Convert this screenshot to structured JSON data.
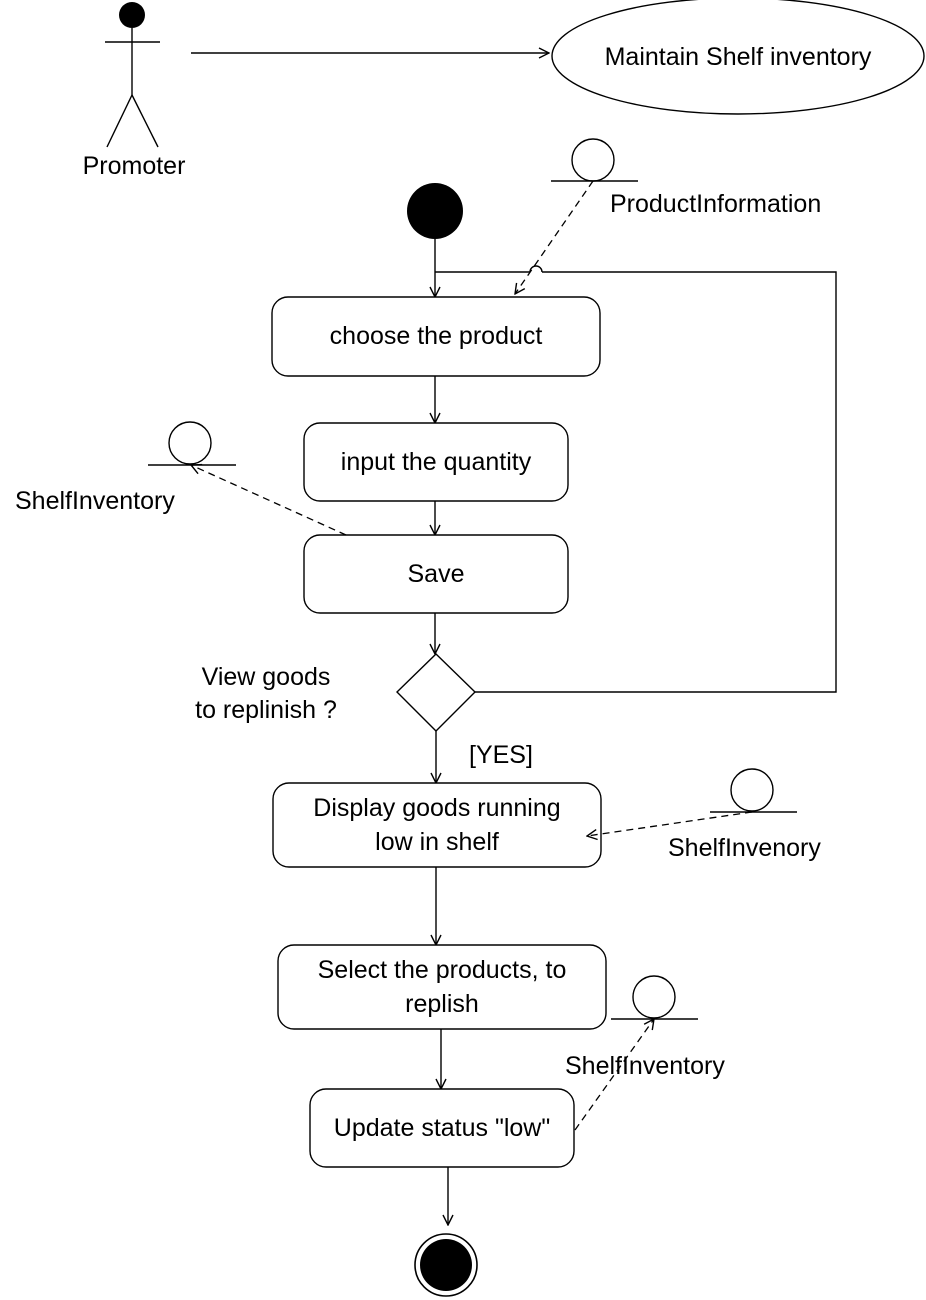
{
  "actor": {
    "label": "Promoter"
  },
  "use_case": {
    "label": "Maintain Shelf inventory"
  },
  "activities": {
    "choose_product": "choose the product",
    "input_quantity": "input the quantity",
    "save": "Save",
    "display_low_line1": "Display goods running",
    "display_low_line2": "low in shelf",
    "select_products_line1": "Select the products, to",
    "select_products_line2": "replish",
    "update_status": "Update status \"low\""
  },
  "decision": {
    "question_line1": "View goods",
    "question_line2": "to replinish ?",
    "yes_guard": "[YES]"
  },
  "data_objects": {
    "product_information": "ProductInformation",
    "shelf_inventory_save": "ShelfInventory",
    "shelf_inventory_display": "ShelfInvenory",
    "shelf_inventory_update": "ShelfInventory"
  }
}
